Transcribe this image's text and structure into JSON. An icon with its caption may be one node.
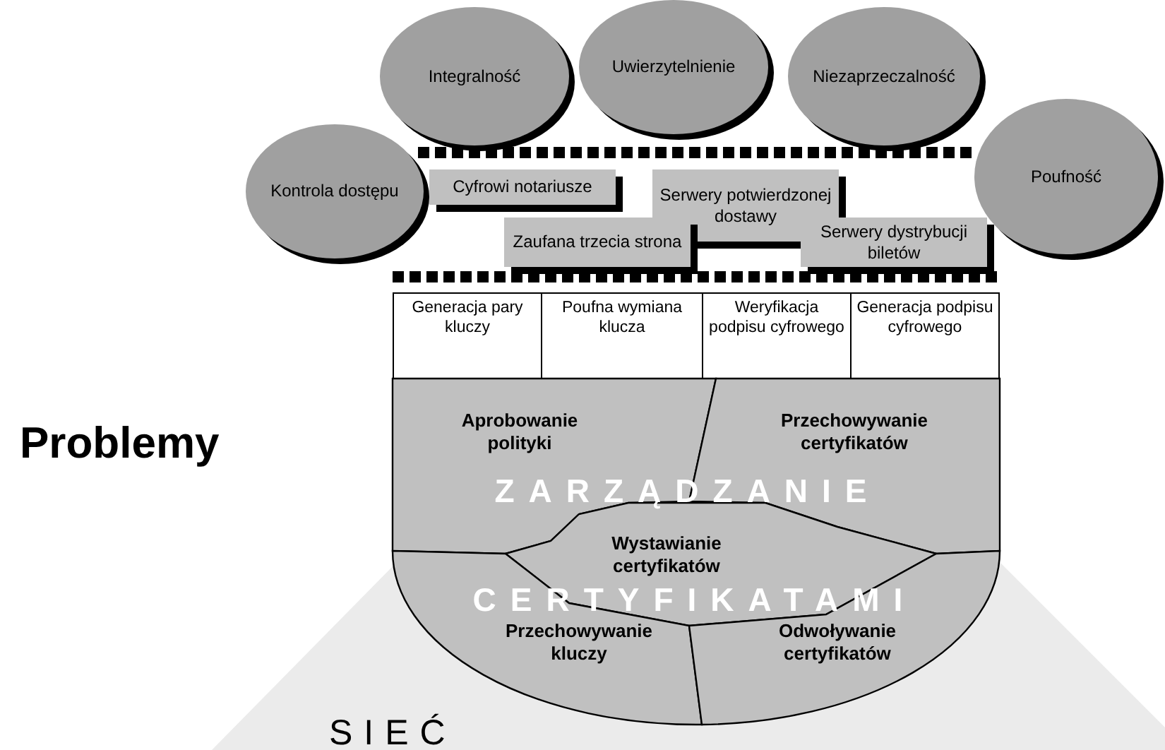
{
  "diagram": {
    "nodes": [
      {
        "text": [
          "Integralność"
        ]
      },
      {
        "text": [
          "Uwierzytelnienie"
        ]
      },
      {
        "text": [
          "Niezaprzeczalność"
        ]
      },
      {
        "text": [
          "Kontrola dostępu"
        ]
      },
      {
        "text": [
          "Poufność"
        ]
      },
      {
        "text": [
          "Cyfrowi notariusze"
        ]
      },
      {
        "text": [
          "Serwery potwierdzonej dostawy"
        ]
      },
      {
        "text": [
          "Zaufana trzecia strona"
        ]
      },
      {
        "text": [
          "Serwery dystrybucji biletów"
        ]
      },
      {
        "text": [
          "Generacja pary kluczy"
        ]
      },
      {
        "text": [
          "Poufna wymiana klucza"
        ]
      },
      {
        "text": [
          "Weryfikacja podpisu cyfrowego"
        ]
      },
      {
        "text": [
          "Generacja podpisu cyfrowego"
        ]
      },
      {
        "text": [
          "Aprobowanie polityki"
        ]
      },
      {
        "text": [
          "Przechowywanie certyfikatów"
        ]
      },
      {
        "text": [
          "Wystawianie certyfikatów"
        ]
      },
      {
        "text": [
          "Przechowywanie kluczy"
        ]
      },
      {
        "text": [
          "Odwoływanie certyfikatów"
        ]
      }
    ],
    "labels": [
      "Problemy",
      "ZARZĄDZANIE",
      "CERTYFIKATAMI",
      "SIEĆ"
    ]
  }
}
